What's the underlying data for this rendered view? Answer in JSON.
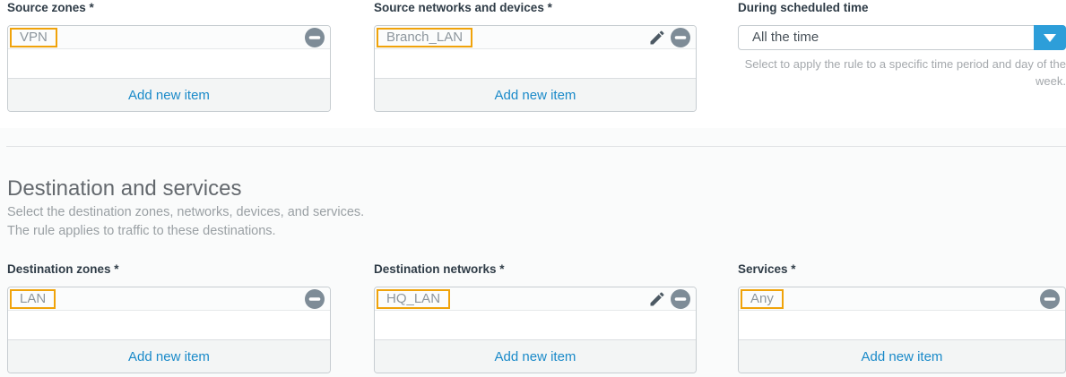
{
  "form": {
    "source": {
      "zones": {
        "label": "Source zones *",
        "items": [
          {
            "value": "VPN"
          }
        ],
        "add_label": "Add new item"
      },
      "networks_devices": {
        "label": "Source networks and devices *",
        "items": [
          {
            "value": "Branch_LAN"
          }
        ],
        "add_label": "Add new item"
      },
      "schedule": {
        "label": "During scheduled time",
        "selected_option": "All the time",
        "help_text": "Select to apply the rule to a specific time period and day of the week."
      }
    },
    "destination": {
      "section_title": "Destination and services",
      "section_description_line1": "Select the destination zones, networks, devices, and services.",
      "section_description_line2": "The rule applies to traffic to these destinations.",
      "zones": {
        "label": "Destination zones *",
        "items": [
          {
            "value": "LAN"
          }
        ],
        "add_label": "Add new item"
      },
      "networks": {
        "label": "Destination networks *",
        "items": [
          {
            "value": "HQ_LAN"
          }
        ],
        "add_label": "Add new item"
      },
      "services": {
        "label": "Services *",
        "items": [
          {
            "value": "Any"
          }
        ],
        "add_label": "Add new item"
      }
    }
  },
  "icons": {
    "remove": "minus-circle",
    "edit": "pencil",
    "dropdown": "chevron-down"
  },
  "colors": {
    "accent_blue": "#1a8ac9",
    "dropdown_button_blue": "#2d9ed9",
    "chip_border_orange": "#f0a30a",
    "remove_icon_gray": "#7e8c97",
    "pencil_icon_gray": "#4d5a64",
    "label_dark": "#2f3c47",
    "section_bg": "#fafbfb"
  }
}
